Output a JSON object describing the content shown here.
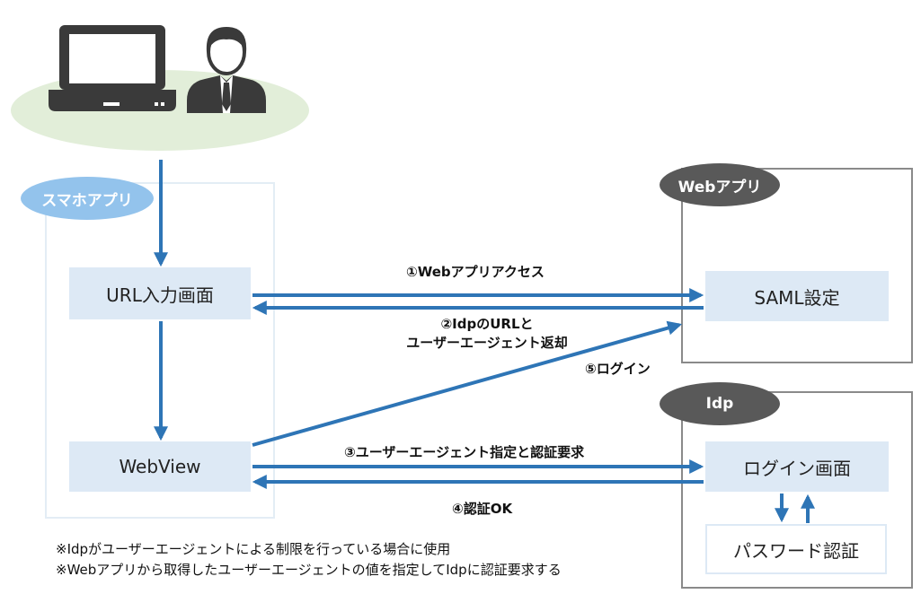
{
  "colors": {
    "arrow": "#2e75b6",
    "user_ellipse": "#e2eed9",
    "app_pill": "#93c3ec",
    "dark_pill": "#595959",
    "box_fill": "#dde9f5",
    "icon": "#3a3a3a"
  },
  "icons": {
    "laptop": "laptop-icon",
    "person": "user-icon"
  },
  "groups": {
    "smartphone_app": "スマホアプリ",
    "web_app": "Webアプリ",
    "idp": "Idp"
  },
  "boxes": {
    "url_input": "URL入力画面",
    "webview": "WebView",
    "saml": "SAML設定",
    "login": "ログイン画面",
    "password": "パスワード認証"
  },
  "steps": {
    "s1": "①Webアプリアクセス",
    "s2_line1": "②IdpのURLと",
    "s2_line2": "ユーザーエージェント返却",
    "s3": "③ユーザーエージェント指定と認証要求",
    "s4": "④認証OK",
    "s5": "⑤ログイン"
  },
  "notes": [
    "※Idpがユーザーエージェントによる制限を行っている場合に使用",
    "※Webアプリから取得したユーザーエージェントの値を指定してIdpに認証要求する"
  ]
}
